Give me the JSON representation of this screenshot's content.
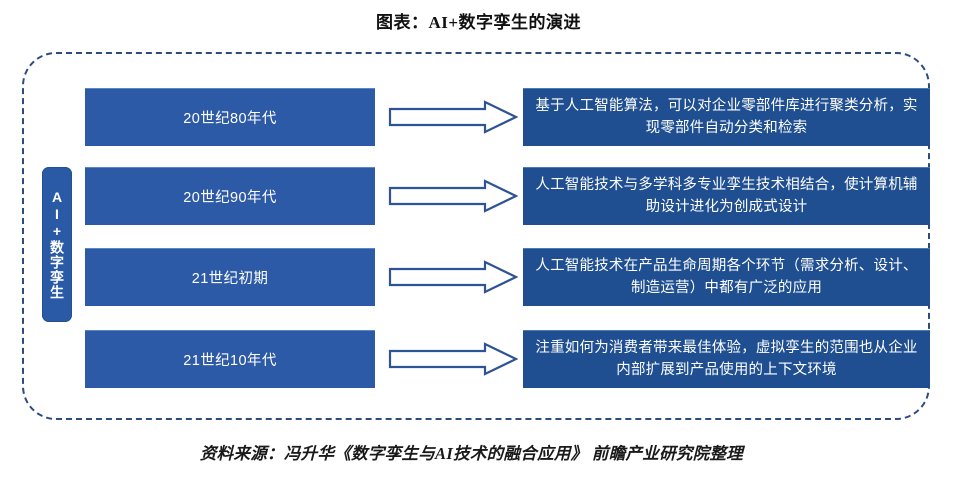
{
  "title": "图表：AI+数字孪生的演进",
  "category_tab": {
    "label": "AI+数字孪生"
  },
  "colors": {
    "era_box": "#2c5aa6",
    "desc_box": "#1f4f91",
    "tab": "#2a5aa5",
    "frame_border": "#2c4c7c",
    "arrow_outline": "#2f5496",
    "text_light": "#ffffff",
    "title_text": "#111111"
  },
  "rows": [
    {
      "era": "20世纪80年代",
      "arrow": "right-arrow-icon",
      "description": "基于人工智能算法，可以对企业零部件库进行聚类分析，实现零部件自动分类和检索"
    },
    {
      "era": "20世纪90年代",
      "arrow": "right-arrow-icon",
      "description": "人工智能技术与多学科多专业孪生技术相结合，使计算机辅助设计进化为创成式设计"
    },
    {
      "era": "21世纪初期",
      "arrow": "right-arrow-icon",
      "description": "人工智能技术在产品生命周期各个环节（需求分析、设计、制造运营）中都有广泛的应用"
    },
    {
      "era": "21世纪10年代",
      "arrow": "right-arrow-icon",
      "description": "注重如何为消费者带来最佳体验，虚拟孪生的范围也从企业内部扩展到产品使用的上下文环境"
    }
  ],
  "source": "资料来源：冯升华《数字孪生与AI技术的融合应用》 前瞻产业研究院整理"
}
